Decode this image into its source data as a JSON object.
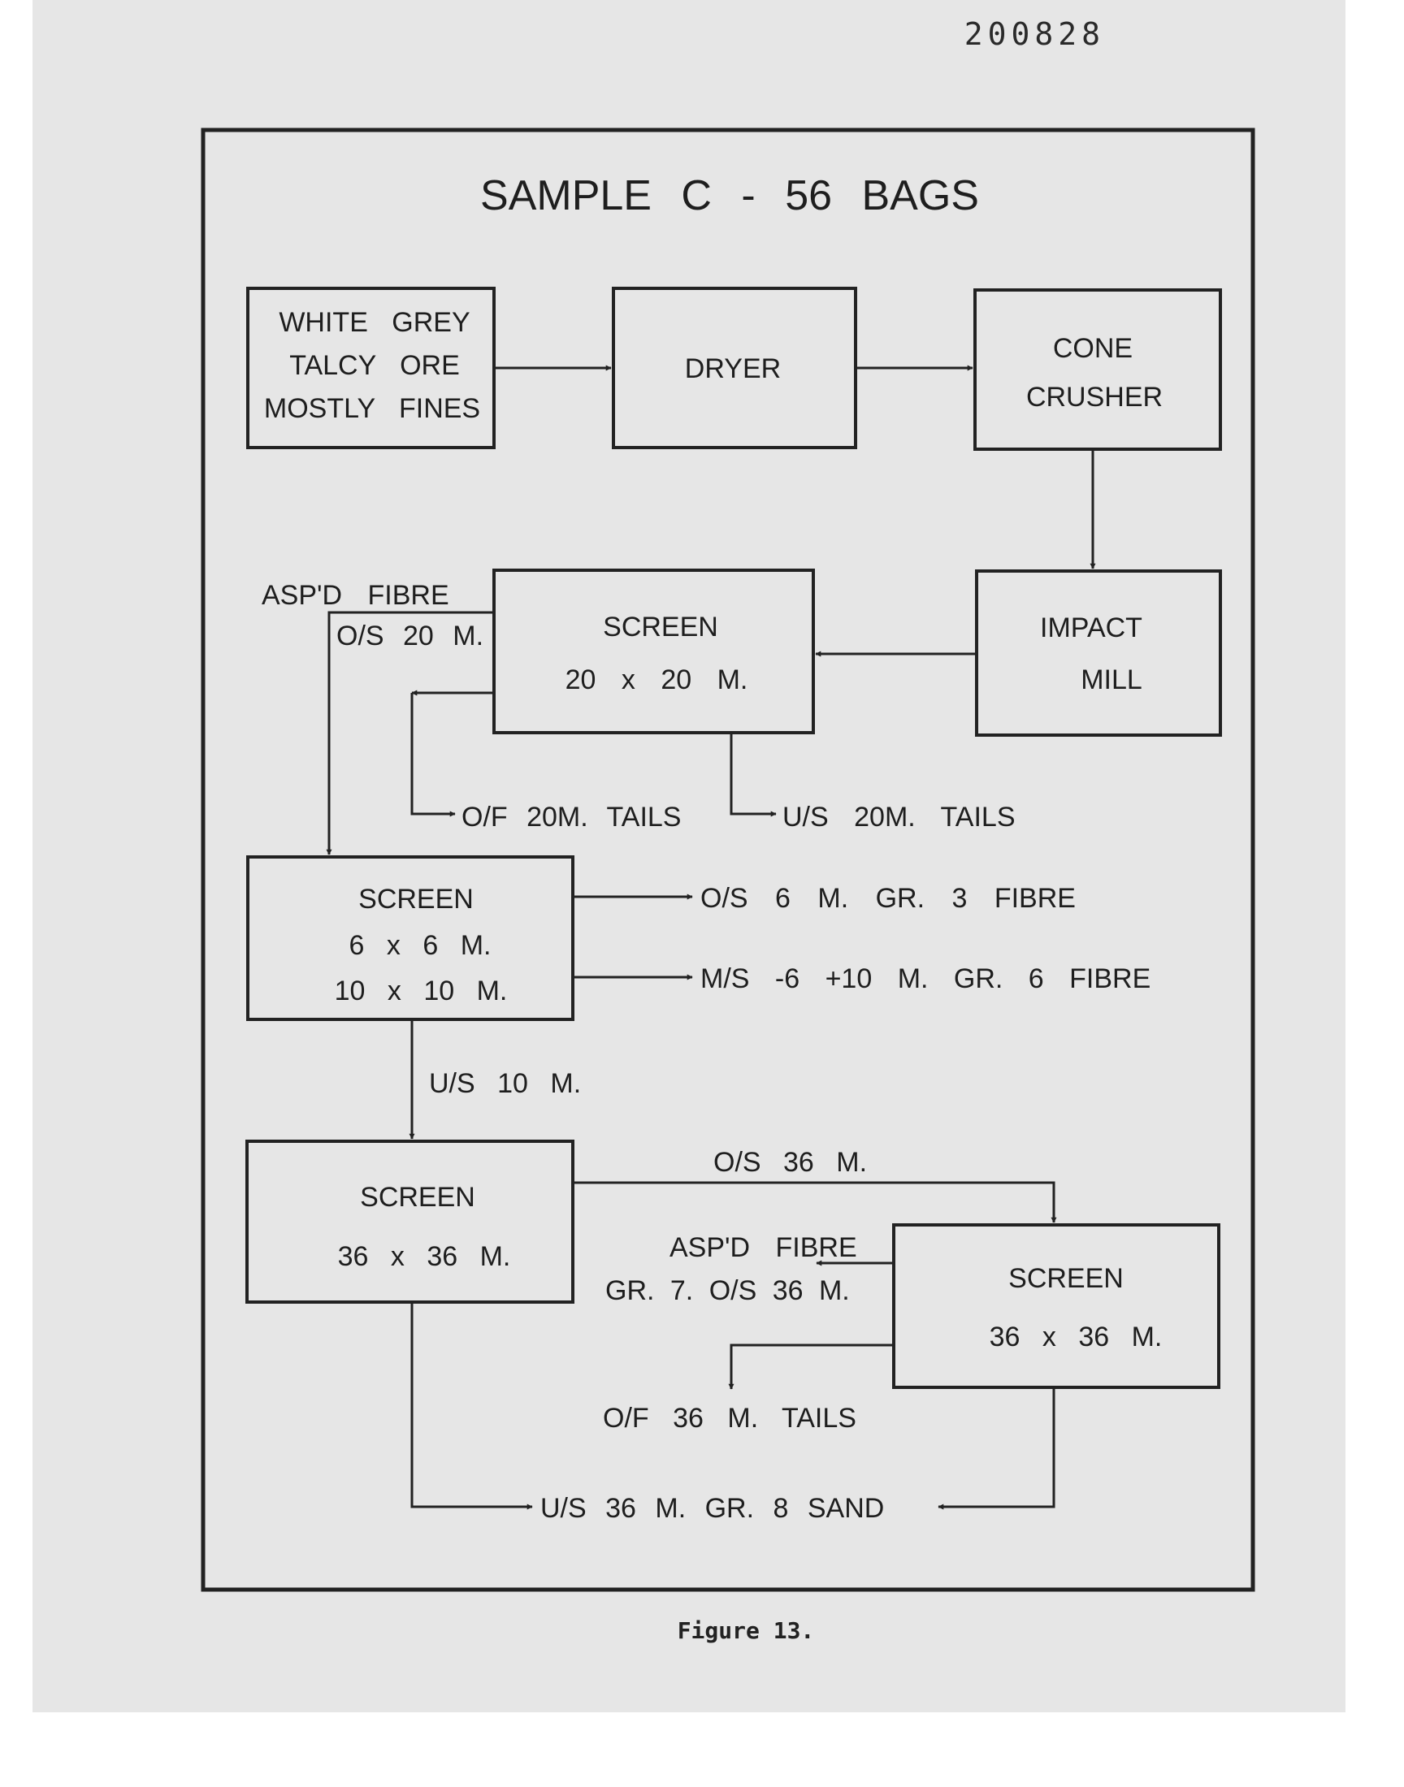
{
  "page_number": "200828",
  "title": "SAMPLE C - 56 BAGS",
  "caption": "Figure 13.",
  "nodes": {
    "ore": [
      "WHITE GREY",
      "TALCY ORE",
      "MOSTLY FINES"
    ],
    "dryer": "DRYER",
    "cone_crusher": [
      "CONE",
      "CRUSHER"
    ],
    "impact_mill": [
      "IMPACT",
      "MILL"
    ],
    "screen_20": [
      "SCREEN",
      "20 x 20 M."
    ],
    "screen_6_10": [
      "SCREEN",
      "6 x 6 M.",
      "10 x 10 M."
    ],
    "screen_36a": [
      "SCREEN",
      "36 x 36 M."
    ],
    "screen_36b": [
      "SCREEN",
      "36 x 36 M."
    ]
  },
  "labels": {
    "aspd_fibre_20": [
      "ASP'D FIBRE",
      "O/S 20 M."
    ],
    "of_20m_tails": "O/F 20M. TAILS",
    "us_20m_tails": "U/S 20M. TAILS",
    "os_6m": "O/S 6 M. GR. 3 FIBRE",
    "ms_6_10": "M/S -6 +10 M. GR. 6 FIBRE",
    "us_10m": "U/S 10 M.",
    "os_36m": "O/S 36 M.",
    "aspd_fibre_36": [
      "ASP'D FIBRE",
      "GR. 7. O/S 36 M."
    ],
    "of_36m_tails": "O/F 36 M. TAILS",
    "us_36m_sand": "U/S 36 M. GR. 8 SAND"
  }
}
